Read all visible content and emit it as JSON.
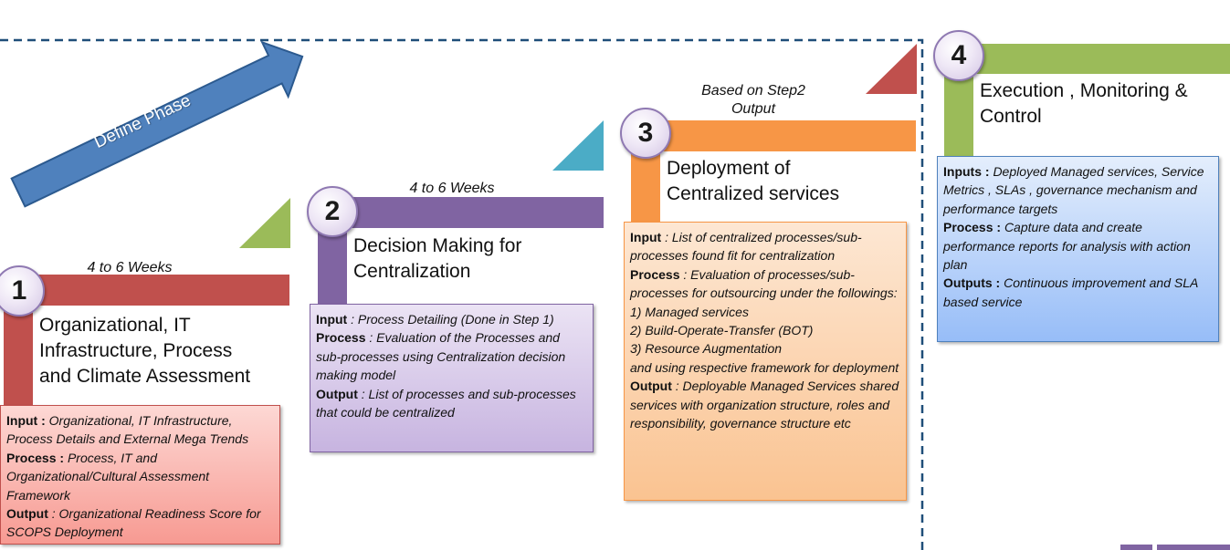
{
  "phase": {
    "label": "Define Phase"
  },
  "steps": [
    {
      "number": "1",
      "title_lines": [
        "Organizational, IT",
        "Infrastructure, Process",
        "and Climate Assessment"
      ],
      "duration": "4 to 6 Weeks",
      "color": "#c0504d",
      "input_label": "Input :",
      "input_text": "Organizational, IT Infrastructure, Process Details and External Mega Trends",
      "process_label": "Process :",
      "process_text": "Process, IT and Organizational/Cultural Assessment Framework",
      "output_label": "Output",
      "output_text": ": Organizational Readiness Score for SCOPS Deployment"
    },
    {
      "number": "2",
      "title_lines": [
        "Decision Making for",
        "Centralization"
      ],
      "duration": "4 to 6 Weeks",
      "color": "#8064a2",
      "input_label": "Input",
      "input_text": ": Process Detailing (Done in Step 1)",
      "process_label": "Process",
      "process_text": ": Evaluation of the Processes and sub-processes using Centralization decision making model",
      "output_label": "Output",
      "output_text": ": List of processes and sub-processes that could be centralized"
    },
    {
      "number": "3",
      "title_lines": [
        "Deployment of",
        "Centralized services"
      ],
      "duration_lines": [
        "Based on Step2",
        "Output"
      ],
      "color": "#f79646",
      "input_label": "Input",
      "input_text": ": List of centralized processes/sub-processes found fit for centralization",
      "process_label": "Process",
      "process_text": ": Evaluation of processes/sub-processes for outsourcing under the followings:",
      "list_items": [
        "1) Managed services",
        "2) Build-Operate-Transfer (BOT)",
        "3) Resource Augmentation"
      ],
      "process_tail": "and using respective framework for deployment",
      "output_label": "Output",
      "output_text": ": Deployable Managed Services shared services with organization structure, roles and responsibility, governance structure etc"
    },
    {
      "number": "4",
      "title_lines": [
        "Execution , Monitoring &",
        "Control"
      ],
      "color": "#9bbb59",
      "input_label": "Inputs :",
      "input_text": "Deployed Managed services, Service Metrics , SLAs , governance mechanism and performance targets",
      "process_label": "Process :",
      "process_text": "Capture data and create performance reports for analysis with action plan",
      "output_label": "Outputs :",
      "output_text": "Continuous improvement and SLA based service"
    }
  ]
}
